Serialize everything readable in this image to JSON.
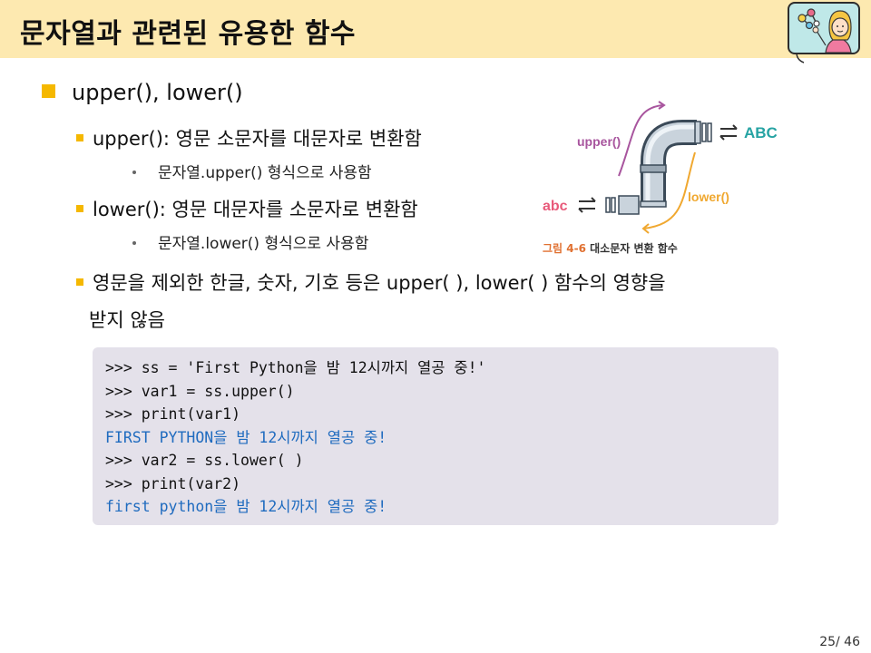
{
  "header": {
    "title": "문자열과 관련된 유용한 함수"
  },
  "bullet1": {
    "text": "upper(), lower()"
  },
  "items": [
    {
      "text": "upper(): 영문 소문자를 대문자로 변환함",
      "sub": "문자열.upper() 형식으로 사용함"
    },
    {
      "text": "lower(): 영문 대문자를 소문자로 변환함",
      "sub": "문자열.lower() 형식으로 사용함"
    }
  ],
  "note": {
    "line1": "영문을 제외한 한글, 숫자, 기호 등은 upper( ), lower( ) 함수의 영향을",
    "line2": "받지 않음"
  },
  "code": [
    {
      "text": ">>> ss = 'First Python을 밤 12시까지 열공 중!'",
      "type": "input"
    },
    {
      "text": ">>> var1 = ss.upper()",
      "type": "input"
    },
    {
      "text": ">>> print(var1)",
      "type": "input"
    },
    {
      "text": "FIRST PYTHON을 밤 12시까지 열공 중!",
      "type": "output"
    },
    {
      "text": ">>> var2 = ss.lower( )",
      "type": "input"
    },
    {
      "text": ">>> print(var2)",
      "type": "input"
    },
    {
      "text": "first python을 밤 12시까지 열공 중!",
      "type": "output"
    }
  ],
  "figure": {
    "label_upper": "upper()",
    "label_lower": "lower()",
    "label_abc_upper": "ABC",
    "label_abc_lower": "abc",
    "caption_num": "그림 4-6",
    "caption_text": "대소문자 변환 함수",
    "colors": {
      "upper": "#a8559e",
      "lower": "#f0a830",
      "abc_upper": "#26a3a3",
      "abc_lower": "#e85a7a"
    }
  },
  "page": {
    "number": "25/ 46"
  }
}
